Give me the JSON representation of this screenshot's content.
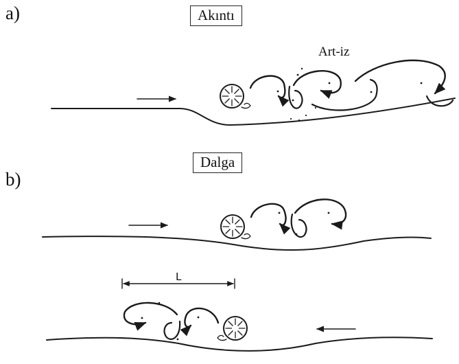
{
  "panel_a": {
    "label": "a)",
    "title": "Akıntı",
    "wake_label": "Art-iz"
  },
  "panel_b": {
    "label": "b)",
    "title": "Dalga",
    "length_label": "L"
  },
  "colors": {
    "ink": "#1a1a1a",
    "background": "#ffffff"
  },
  "icons": [
    "cylinder-icon",
    "flow-arrow-icon",
    "vortex-icon"
  ]
}
